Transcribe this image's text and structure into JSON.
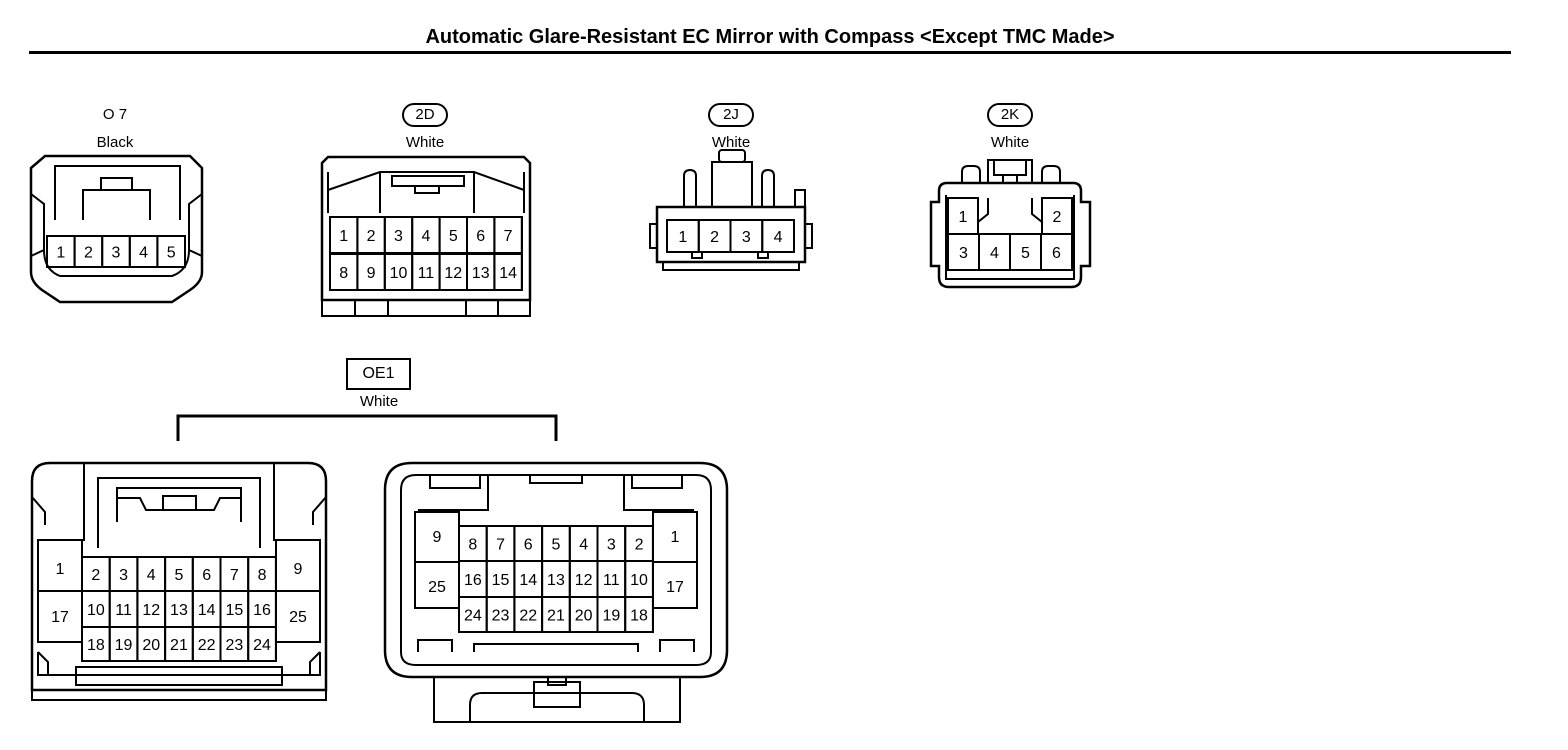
{
  "title": "Automatic Glare-Resistant EC Mirror with Compass <Except TMC Made>",
  "connectors": {
    "o7": {
      "code": "O 7",
      "color": "Black",
      "pins": [
        "1",
        "2",
        "3",
        "4",
        "5"
      ]
    },
    "c2d": {
      "code": "2D",
      "color": "White",
      "pins_row1": [
        "1",
        "2",
        "3",
        "4",
        "5",
        "6",
        "7"
      ],
      "pins_row2": [
        "8",
        "9",
        "10",
        "11",
        "12",
        "13",
        "14"
      ]
    },
    "c2j": {
      "code": "2J",
      "color": "White",
      "pins": [
        "1",
        "2",
        "3",
        "4"
      ]
    },
    "c2k": {
      "code": "2K",
      "color": "White",
      "pins": [
        "1",
        "2",
        "3",
        "4",
        "5",
        "6"
      ]
    },
    "oe1": {
      "code": "OE1",
      "color": "White",
      "left": {
        "row1": [
          "2",
          "3",
          "4",
          "5",
          "6",
          "7",
          "8"
        ],
        "row2": [
          "10",
          "11",
          "12",
          "13",
          "14",
          "15",
          "16"
        ],
        "row3": [
          "18",
          "19",
          "20",
          "21",
          "22",
          "23",
          "24"
        ],
        "side_left": [
          "1",
          "17"
        ],
        "side_right": [
          "9",
          "25"
        ]
      },
      "right": {
        "row1": [
          "8",
          "7",
          "6",
          "5",
          "4",
          "3",
          "2"
        ],
        "row2": [
          "16",
          "15",
          "14",
          "13",
          "12",
          "11",
          "10"
        ],
        "row3": [
          "24",
          "23",
          "22",
          "21",
          "20",
          "19",
          "18"
        ],
        "side_left": [
          "9",
          "25"
        ],
        "side_right": [
          "1",
          "17"
        ]
      }
    }
  }
}
